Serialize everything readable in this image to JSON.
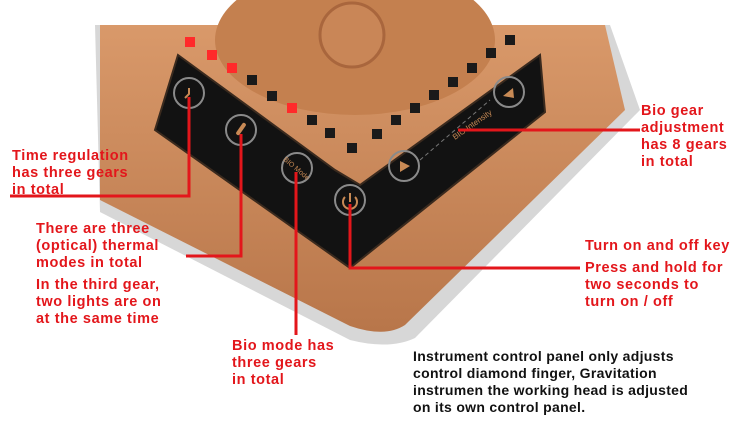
{
  "colors": {
    "annotation_red": "#e3161b",
    "body_copper": "#c9875a",
    "panel_black": "#111111",
    "led_on": "#ff2a2a"
  },
  "device": {
    "buttons": [
      {
        "name": "time",
        "icon": "clock-icon"
      },
      {
        "name": "thermal",
        "icon": "thermometer-icon"
      },
      {
        "name": "bio-mode",
        "text": "BIO Mode"
      },
      {
        "name": "power",
        "icon": "power-icon"
      },
      {
        "name": "bio-down",
        "icon": "triangle-left-icon"
      },
      {
        "name": "bio-up",
        "icon": "triangle-up-icon"
      }
    ],
    "bio_intensity_label": "BIO Intensity"
  },
  "annotations": {
    "time": "Time regulation\nhas three gears\nin total",
    "thermal": "There are three\n(optical) thermal\nmodes in total",
    "thermal_note": "In the third gear,\ntwo lights are on\nat the same time",
    "bio_mode": "Bio mode has\nthree gears\nin total",
    "power": "Turn on and off key",
    "power_note": "Press and hold for\ntwo seconds to\nturn on / off",
    "bio_gear": "Bio gear\nadjustment\nhas 8 gears\nin total",
    "footer": "Instrument control panel only adjusts\ncontrol diamond finger, Gravitation\ninstrumen the working head is adjusted\non its own control panel."
  }
}
